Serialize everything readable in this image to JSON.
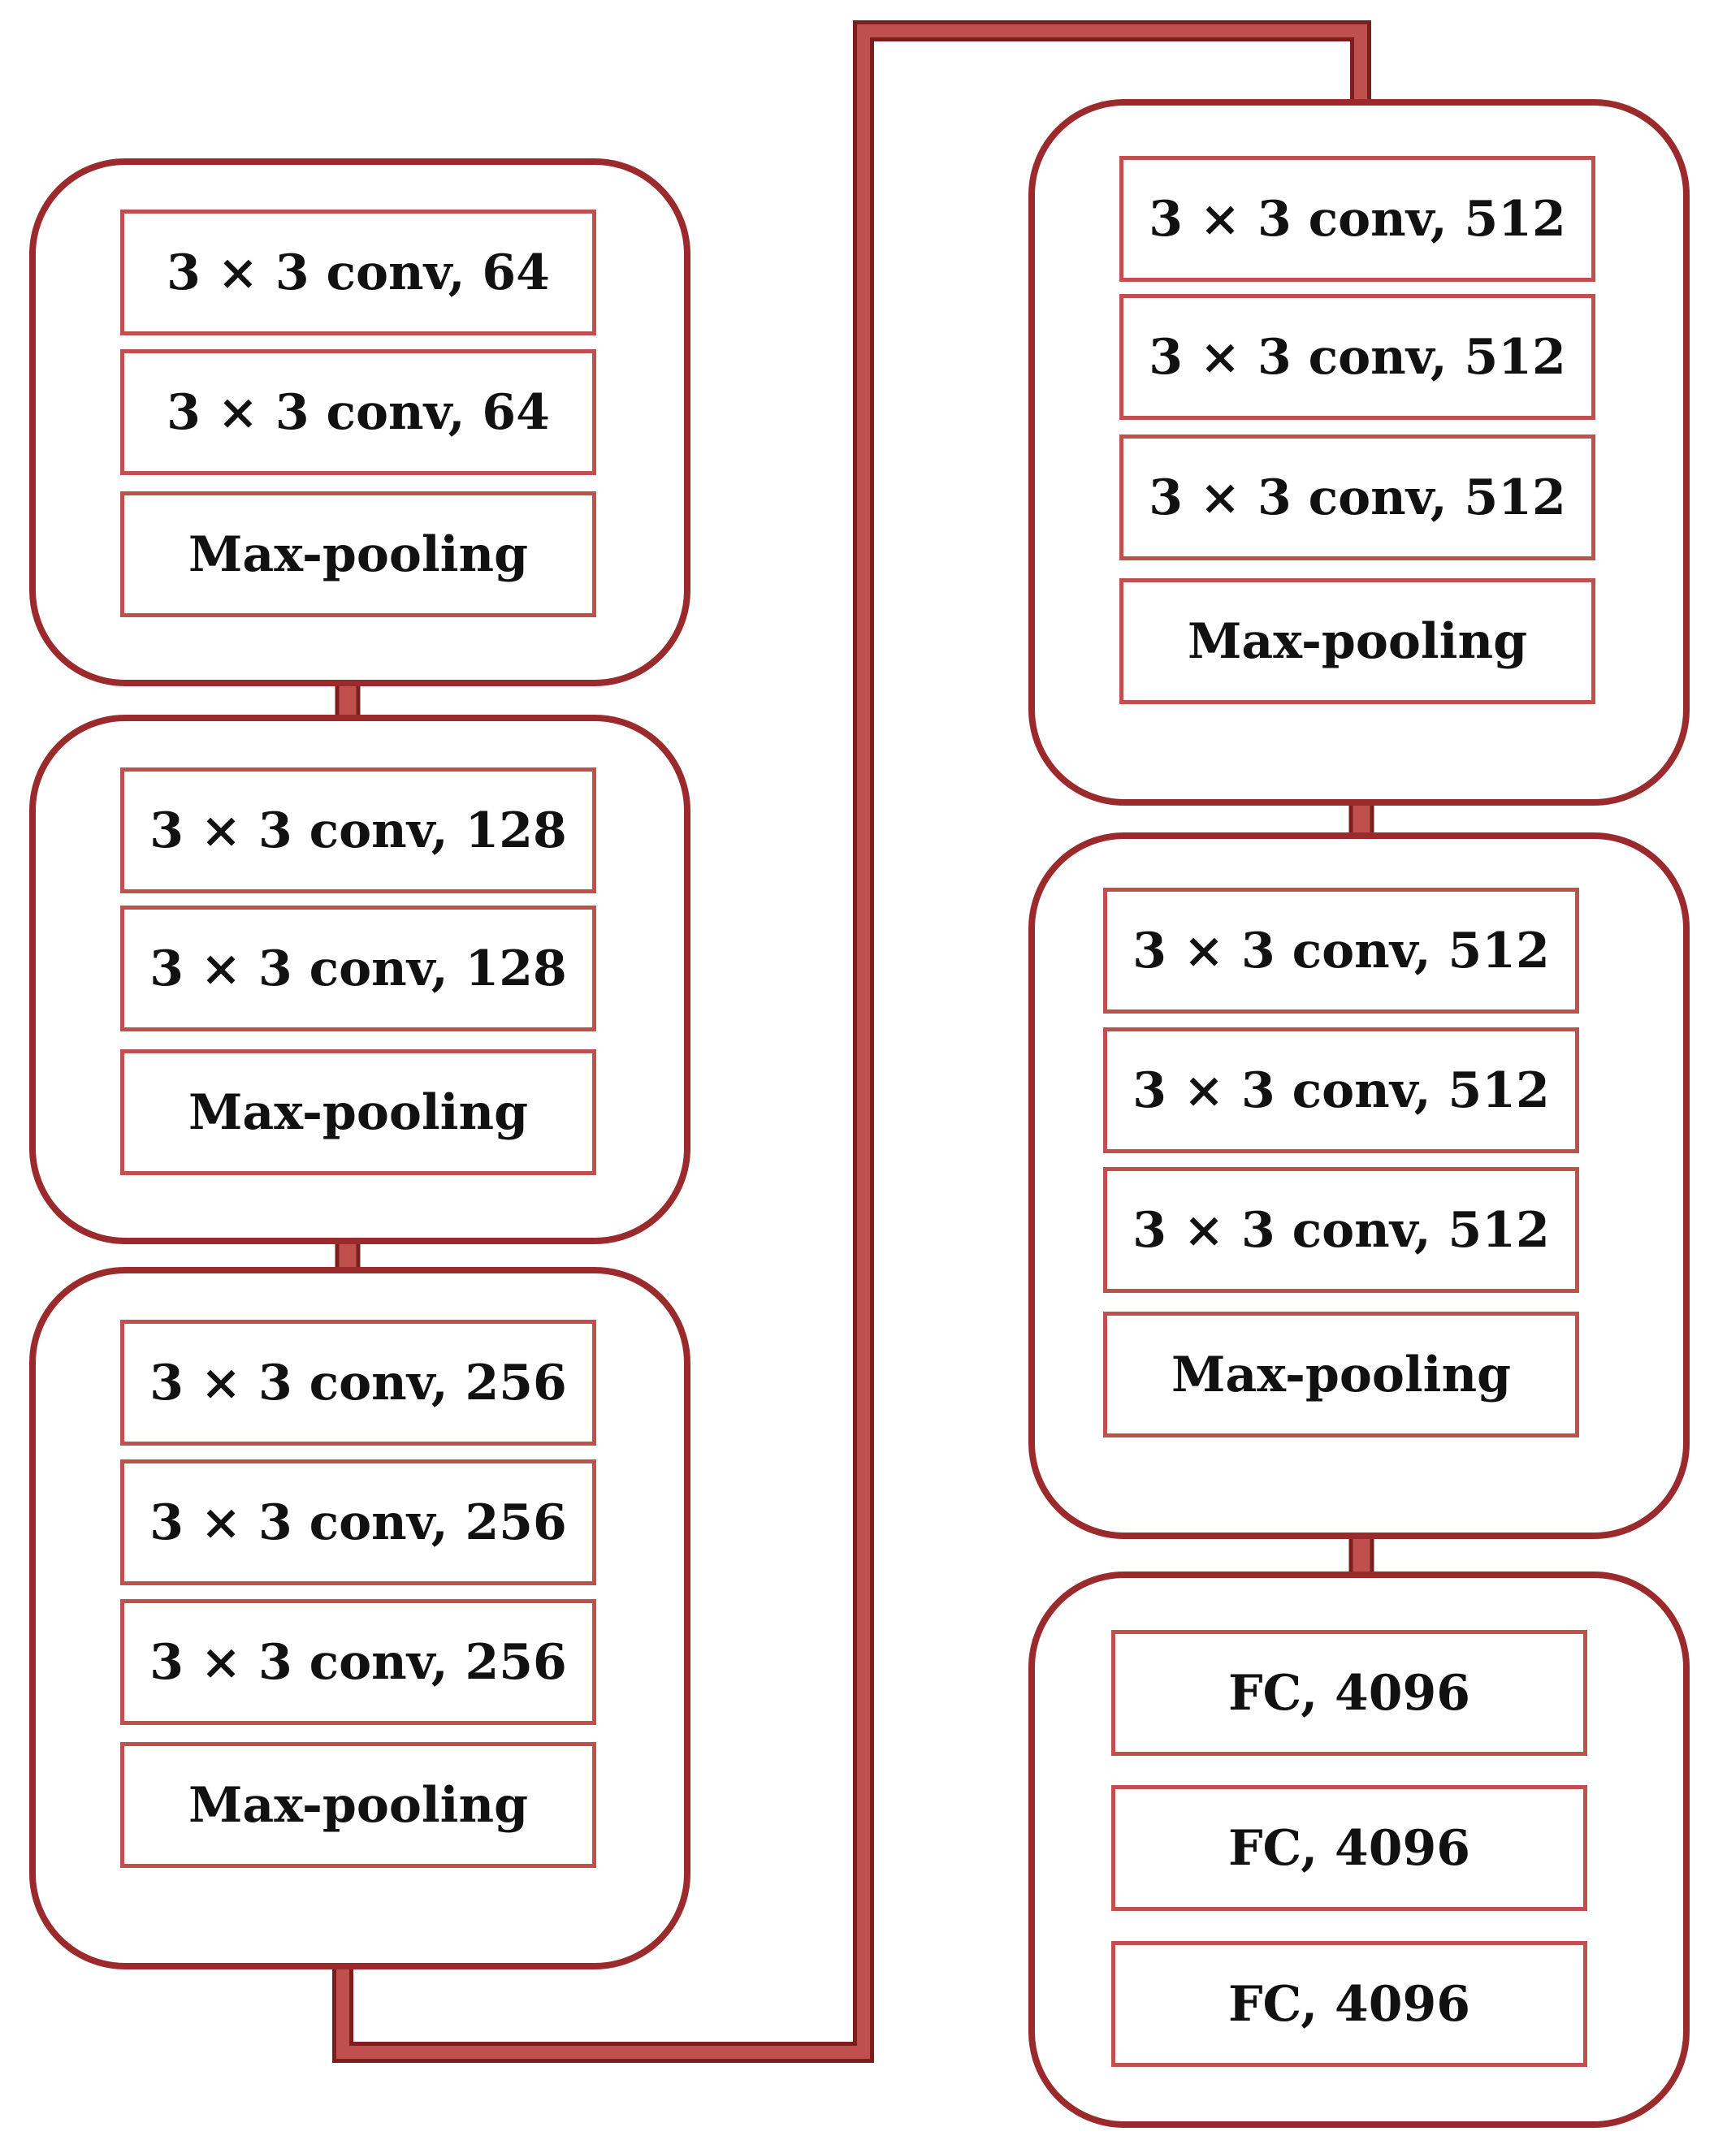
{
  "colors": {
    "group_border": "#9b2a2c",
    "layer_border": "#c0504d",
    "arrow_fill": "#c0504d",
    "arrow_stroke": "#7a1e1e",
    "text": "#111111"
  },
  "blocks": [
    {
      "layers": [
        "3 × 3 conv, 64",
        "3 × 3 conv, 64",
        "Max-pooling"
      ]
    },
    {
      "layers": [
        "3 × 3 conv, 128",
        "3 × 3 conv, 128",
        "Max-pooling"
      ]
    },
    {
      "layers": [
        "3 × 3 conv, 256",
        "3 × 3 conv, 256",
        "3 × 3 conv, 256",
        "Max-pooling"
      ]
    },
    {
      "layers": [
        "3 × 3 conv, 512",
        "3 × 3 conv, 512",
        "3 × 3 conv, 512",
        "Max-pooling"
      ]
    },
    {
      "layers": [
        "3 × 3 conv, 512",
        "3 × 3 conv, 512",
        "3 × 3 conv, 512",
        "Max-pooling"
      ]
    },
    {
      "layers": [
        "FC, 4096",
        "FC, 4096",
        "FC, 4096"
      ]
    }
  ]
}
